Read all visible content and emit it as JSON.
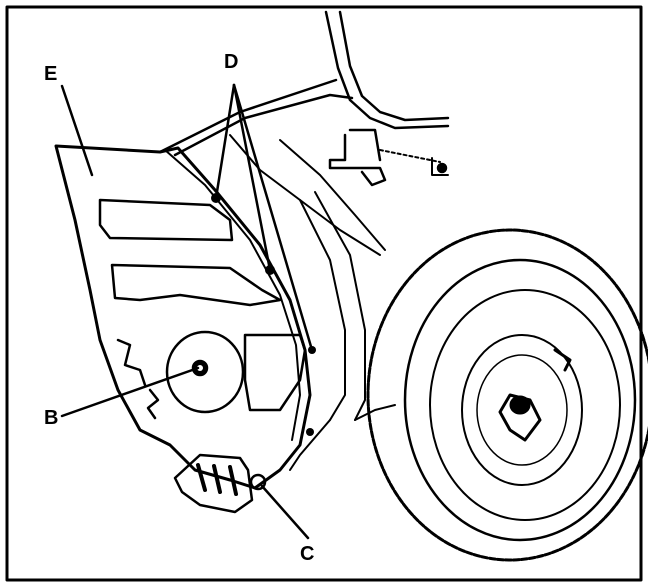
{
  "figure": {
    "callouts": {
      "E": "E",
      "D": "D",
      "B": "B",
      "C": "C"
    },
    "colors": {
      "ink": "#000000",
      "paper": "#ffffff"
    }
  }
}
